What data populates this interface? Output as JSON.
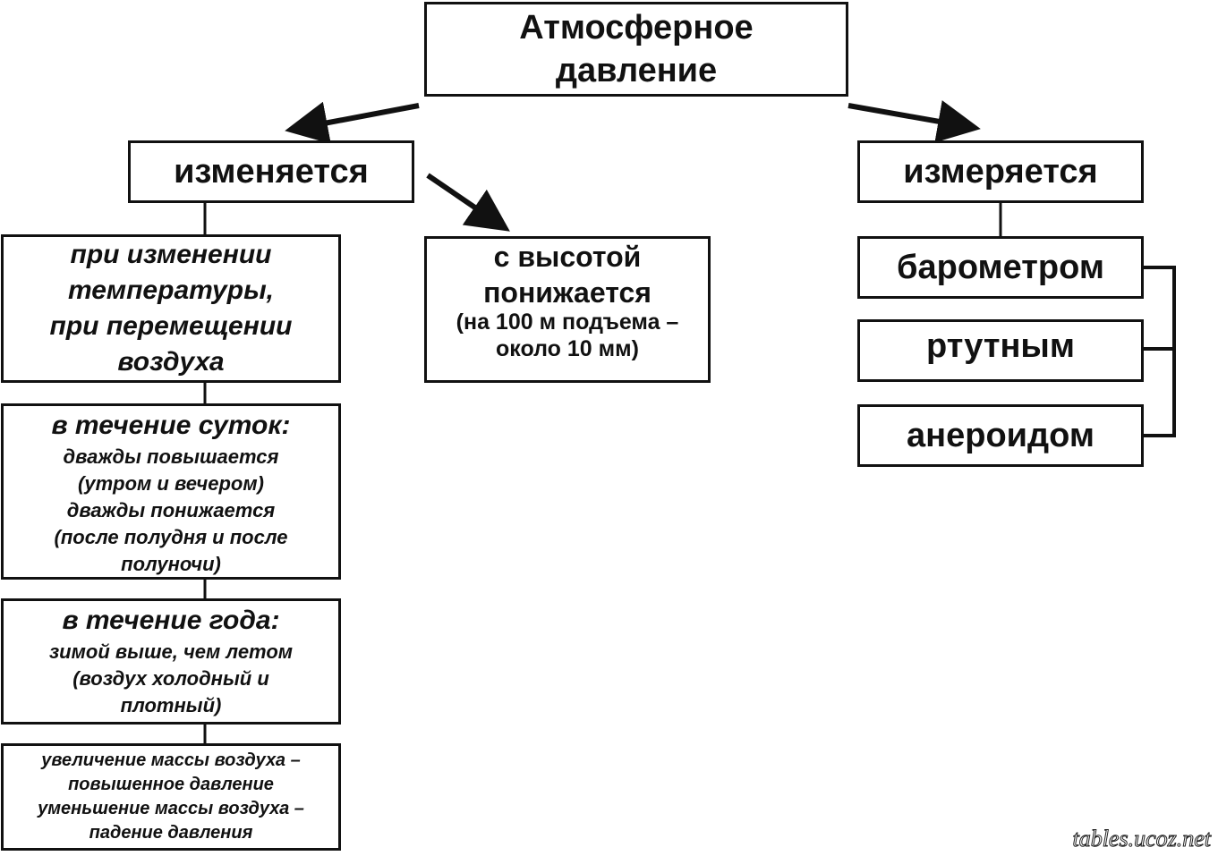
{
  "title": {
    "line1": "Атмосферное",
    "line2": "давление"
  },
  "changes": {
    "heading": "изменяется",
    "temperature": {
      "line1": "при изменении",
      "line2": "температуры,",
      "line3": "при перемещении",
      "line4": "воздуха"
    },
    "daily": {
      "heading": "в течение суток:",
      "line1": "дважды повышается",
      "line2": "(утром и вечером)",
      "line3": "дважды понижается",
      "line4": "(после полудня и после",
      "line5": "полуночи)"
    },
    "yearly": {
      "heading": "в течение года:",
      "line1": "зимой выше, чем летом",
      "line2": "(воздух холодный и",
      "line3": "плотный)"
    },
    "mass": {
      "line1": "увеличение массы воздуха –",
      "line2": "повышенное давление",
      "line3": "уменьшение массы воздуха –",
      "line4": "падение давления"
    }
  },
  "altitude": {
    "line1": "с высотой",
    "line2": "понижается",
    "line3": "(на 100 м подъема –",
    "line4": "около 10 мм)"
  },
  "measured": {
    "heading": "измеряется",
    "barometer": "барометром",
    "mercury": "ртутным",
    "aneroid": "анероидом"
  },
  "watermark": "tables.ucoz.net",
  "colors": {
    "ink": "#111111",
    "background": "#ffffff"
  }
}
